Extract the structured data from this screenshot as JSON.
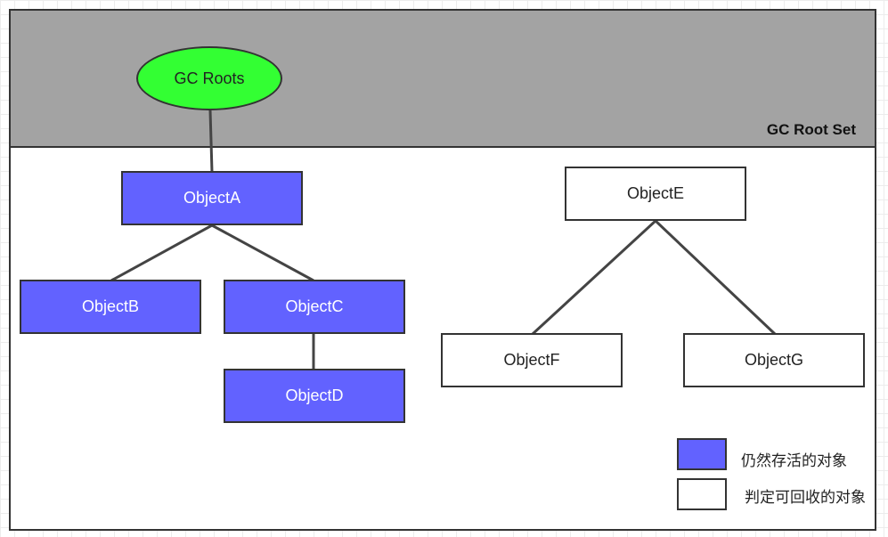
{
  "gc_root_set_label": "GC Root Set",
  "gc_roots_label": "GC Roots",
  "objects": {
    "a": "ObjectA",
    "b": "ObjectB",
    "c": "ObjectC",
    "d": "ObjectD",
    "e": "ObjectE",
    "f": "ObjectF",
    "g": "ObjectG"
  },
  "legend": {
    "alive": "仍然存活的对象",
    "collectable": "判定可回收的对象"
  },
  "colors": {
    "root_band": "#a3a3a3",
    "gc_roots_fill": "#33ff33",
    "alive_fill": "#6262ff",
    "collectable_fill": "#ffffff",
    "outline": "#333333"
  }
}
